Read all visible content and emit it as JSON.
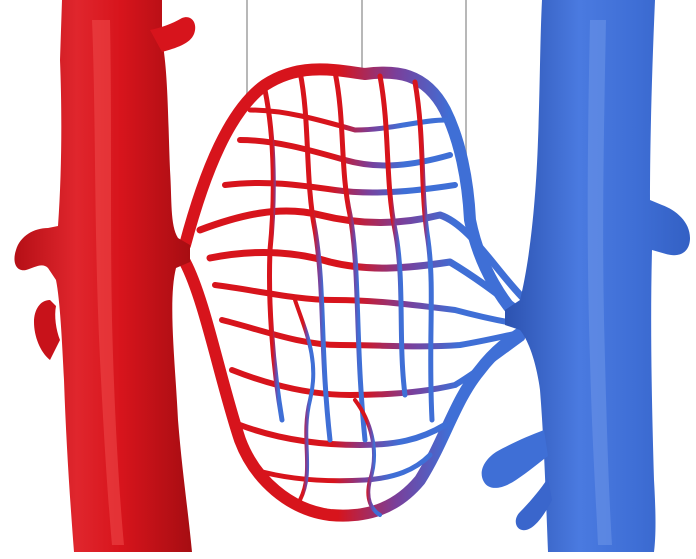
{
  "diagram": {
    "labels": [],
    "pointer_lines": 3,
    "structures": [
      "artery",
      "capillary-bed",
      "vein"
    ],
    "colors": {
      "artery": "#d7141c",
      "artery_highlight": "#ee4a4a",
      "artery_shadow": "#a60d12",
      "vein": "#3f6fd6",
      "vein_highlight": "#6e95e8",
      "vein_shadow": "#2c52b0",
      "pointer_line": "#b8b8b8",
      "background": "#ffffff"
    }
  }
}
